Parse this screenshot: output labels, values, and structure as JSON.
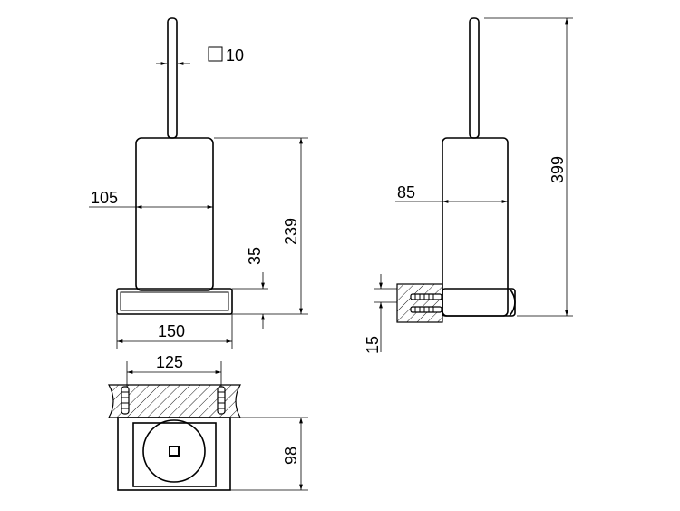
{
  "dimensions": {
    "rod_square": "10",
    "body_diameter_front": "105",
    "body_height": "239",
    "base_height": "35",
    "base_width": "150",
    "body_diameter_side": "85",
    "total_height": "399",
    "bracket_thickness": "15",
    "top_view_width": "125",
    "top_view_depth": "98"
  }
}
